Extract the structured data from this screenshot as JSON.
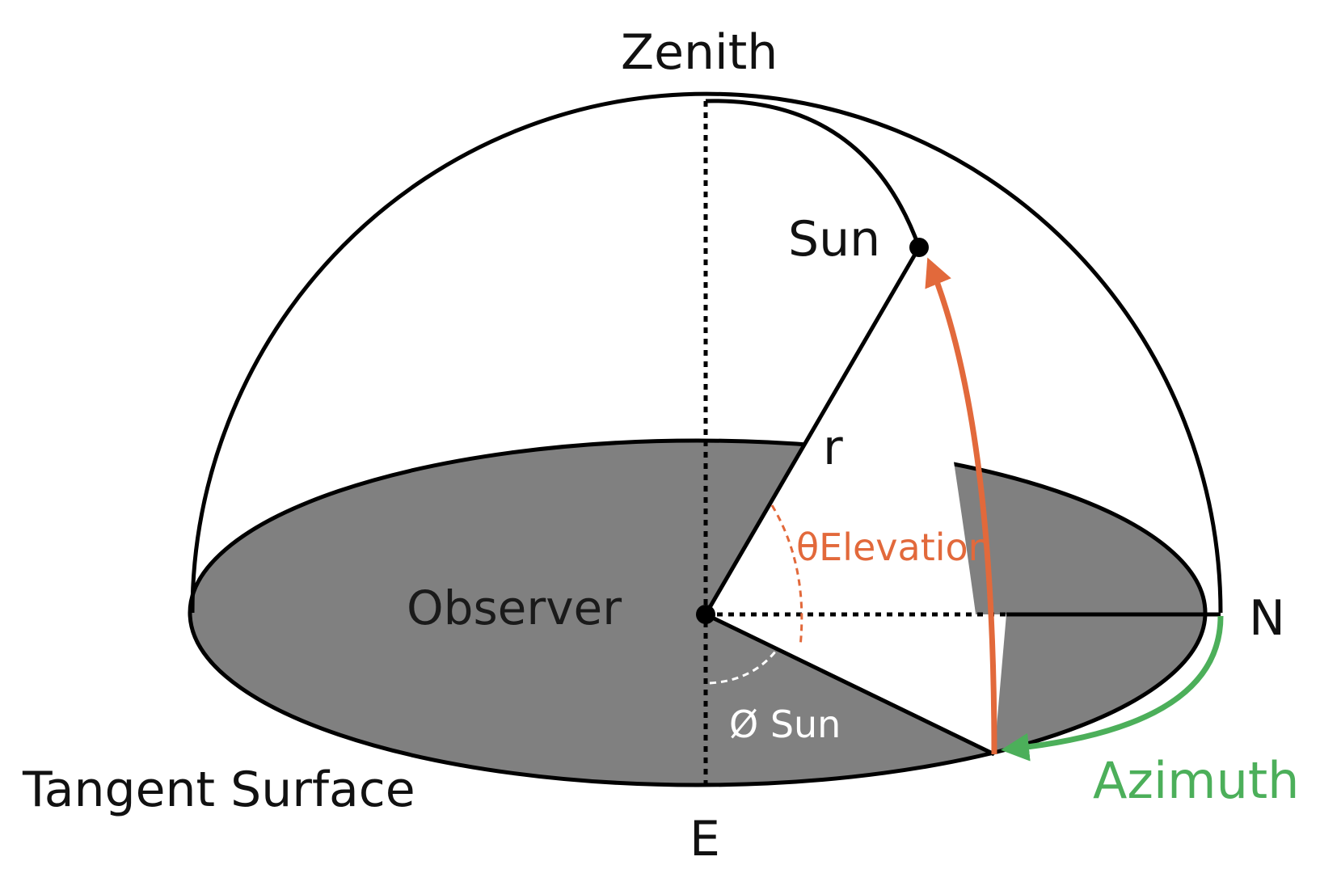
{
  "labels": {
    "zenith": "Zenith",
    "sun": "Sun",
    "radius": "r",
    "elevation": "θElevation",
    "observer": "Observer",
    "north": "N",
    "sun_azimuth_angle": "Ø Sun",
    "tangent_surface": "Tangent Surface",
    "east": "E",
    "azimuth": "Azimuth"
  },
  "colors": {
    "outline": "#000000",
    "surface": "#808080",
    "elevation": "#E2693B",
    "azimuth": "#4CAF5A",
    "angle_mark_azimuth": "#ffffff",
    "label": "#111111"
  }
}
